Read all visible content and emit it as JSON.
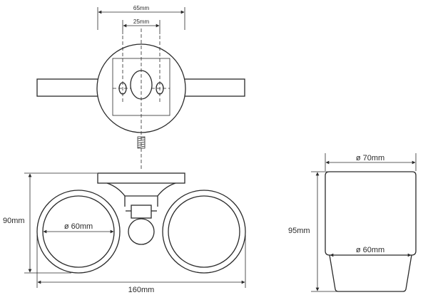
{
  "labels": {
    "top_outer_width": "65mm",
    "top_hole_spacing": "25mm",
    "front_height": "90mm",
    "front_inner_diameter": "ø 60mm",
    "front_width": "160mm",
    "cup_height": "95mm",
    "cup_top_diameter": "ø 70mm",
    "cup_bottom_diameter": "ø 60mm"
  }
}
